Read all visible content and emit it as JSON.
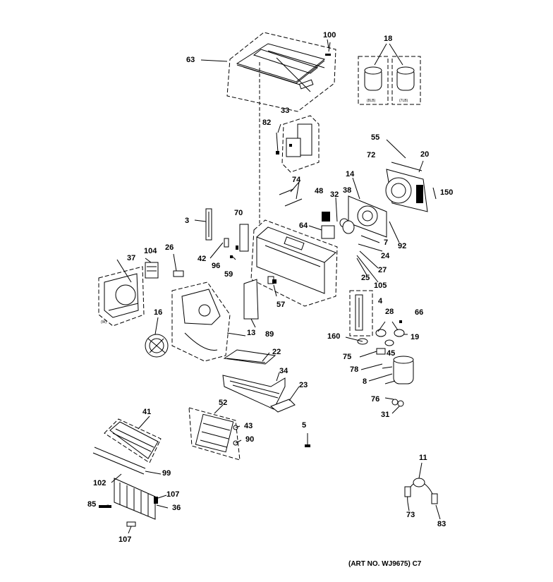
{
  "diagram": {
    "caption": "(ART NO. WJ9675) C7",
    "parts": {
      "p100": "100",
      "p18": "18",
      "p63": "63",
      "p33": "33",
      "p82": "82",
      "p55": "55",
      "p20": "20",
      "p72": "72",
      "p150": "150",
      "p74": "74",
      "p14": "14",
      "p48": "48",
      "p32": "32",
      "p38": "38",
      "p70": "70",
      "p3": "3",
      "p64": "64",
      "p7": "7",
      "p92": "92",
      "p104": "104",
      "p26": "26",
      "p42": "42",
      "p24": "24",
      "p96": "96",
      "p59": "59",
      "p37": "37",
      "p27": "27",
      "p25": "25",
      "p105": "105",
      "p57": "57",
      "p4": "4",
      "p16": "16",
      "p28": "28",
      "p66": "66",
      "p13": "13",
      "p89": "89",
      "p160": "160",
      "p19": "19",
      "p45": "45",
      "p22": "22",
      "p75": "75",
      "p78": "78",
      "p34": "34",
      "p8": "8",
      "p23": "23",
      "p76": "76",
      "p31": "31",
      "p41": "41",
      "p52": "52",
      "p43": "43",
      "p5": "5",
      "p90": "90",
      "p99": "99",
      "p11": "11",
      "p102": "102",
      "p107a": "107",
      "p85": "85",
      "p36": "36",
      "p73": "73",
      "p83": "83",
      "p107b": "107"
    },
    "tiny_notes": {
      "cap_left": "(8LB)",
      "cap_right": "(7LB)",
      "blower_note": "(W)"
    }
  }
}
